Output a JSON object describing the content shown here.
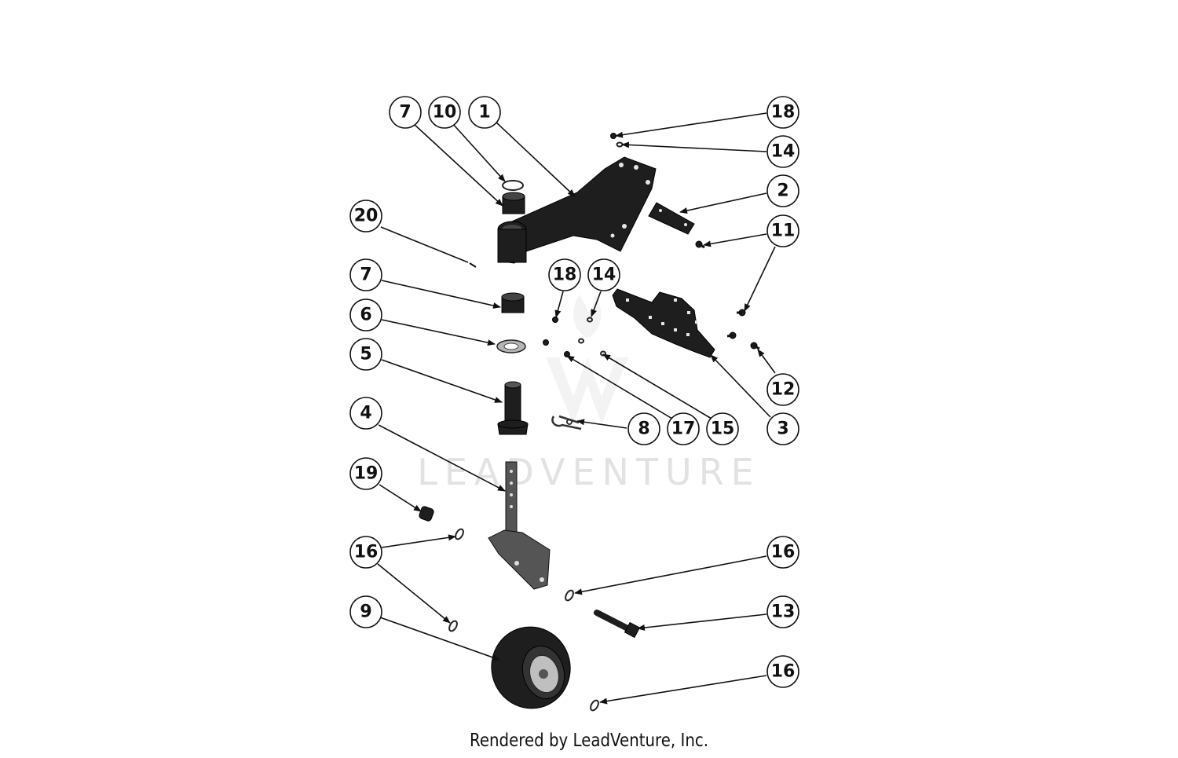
{
  "watermark": {
    "text": "LEADVENTURE"
  },
  "footer": {
    "text": "Rendered by LeadVenture, Inc."
  },
  "callouts": [
    {
      "label": "7"
    },
    {
      "label": "10"
    },
    {
      "label": "1"
    },
    {
      "label": "18"
    },
    {
      "label": "14"
    },
    {
      "label": "2"
    },
    {
      "label": "11"
    },
    {
      "label": "20"
    },
    {
      "label": "18"
    },
    {
      "label": "14"
    },
    {
      "label": "7"
    },
    {
      "label": "6"
    },
    {
      "label": "5"
    },
    {
      "label": "12"
    },
    {
      "label": "8"
    },
    {
      "label": "17"
    },
    {
      "label": "15"
    },
    {
      "label": "3"
    },
    {
      "label": "4"
    },
    {
      "label": "19"
    },
    {
      "label": "16"
    },
    {
      "label": "16"
    },
    {
      "label": "9"
    },
    {
      "label": "13"
    },
    {
      "label": "16"
    }
  ],
  "colors": {
    "part": "#1e1e1e",
    "background": "#ffffff",
    "watermark": "#e2e2e2"
  }
}
